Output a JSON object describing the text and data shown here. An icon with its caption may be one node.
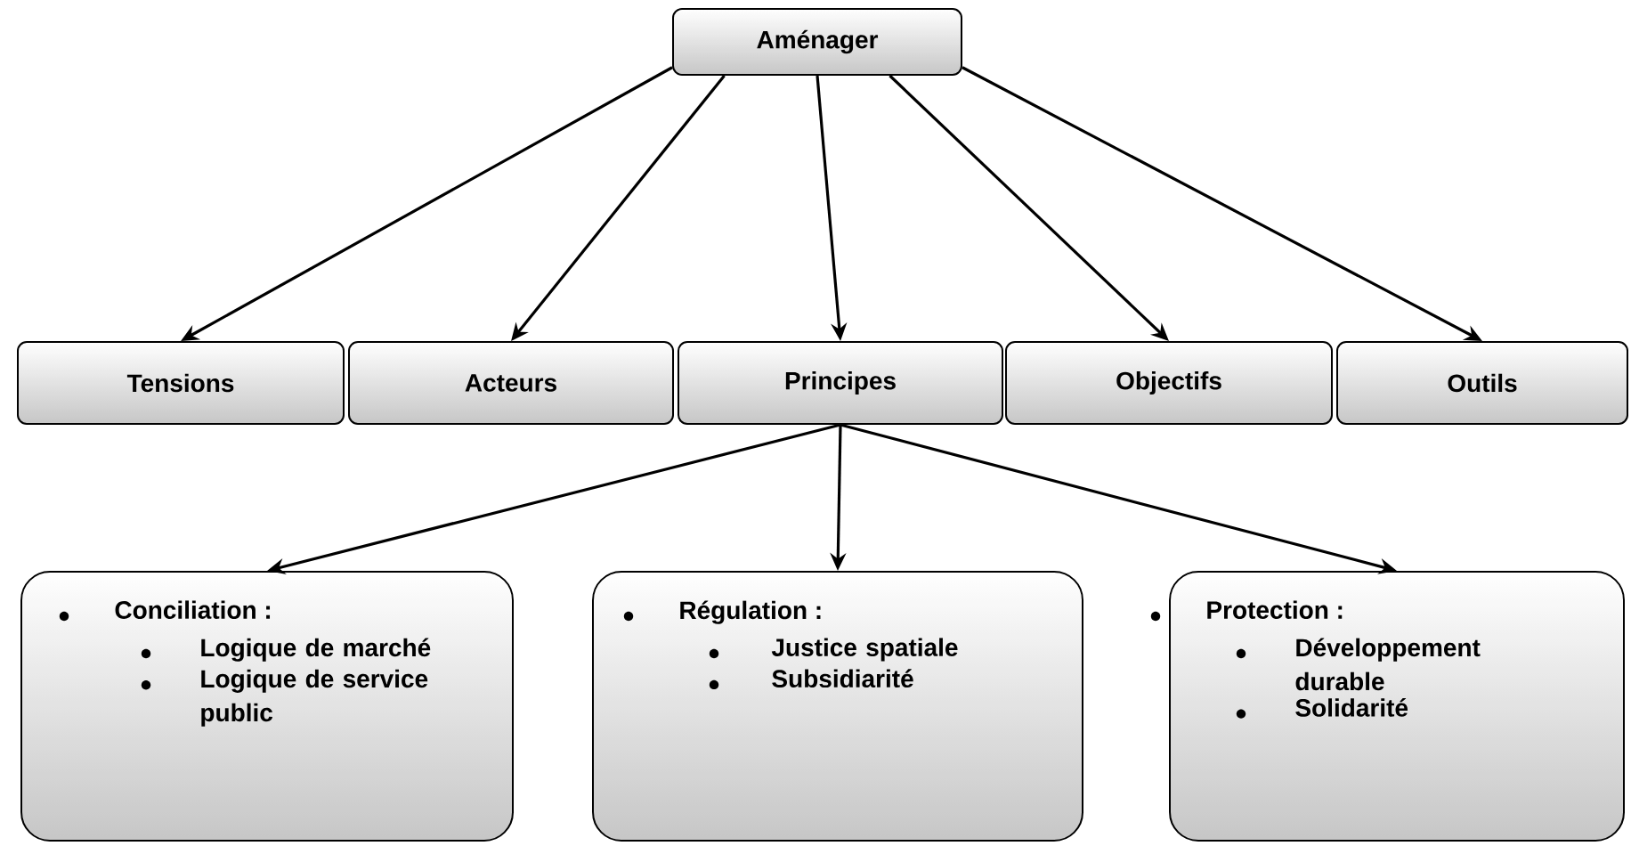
{
  "diagram": {
    "nodes": [
      {
        "text": [
          "Aménager"
        ]
      },
      {
        "text": [
          "Tensions"
        ]
      },
      {
        "text": [
          "Acteurs"
        ]
      },
      {
        "text": [
          "Principes"
        ]
      },
      {
        "text": [
          "Objectifs"
        ]
      },
      {
        "text": [
          "Outils"
        ]
      },
      {
        "text": [
          "Conciliation :",
          "Logique de marché",
          "Logique de service public"
        ]
      },
      {
        "text": [
          "Régulation :",
          "Justice spatiale",
          "Subsidiarité"
        ]
      },
      {
        "text": [
          "Protection :",
          "Développement durable",
          "Solidarité"
        ]
      }
    ],
    "edges": [
      {
        "from": 0,
        "to": 1,
        "arrow": "to"
      },
      {
        "from": 0,
        "to": 2,
        "arrow": "to"
      },
      {
        "from": 0,
        "to": 3,
        "arrow": "to"
      },
      {
        "from": 0,
        "to": 4,
        "arrow": "to"
      },
      {
        "from": 0,
        "to": 5,
        "arrow": "to"
      },
      {
        "from": 3,
        "to": 6,
        "arrow": "to"
      },
      {
        "from": 3,
        "to": 7,
        "arrow": "to"
      },
      {
        "from": 3,
        "to": 8,
        "arrow": "to"
      }
    ]
  }
}
